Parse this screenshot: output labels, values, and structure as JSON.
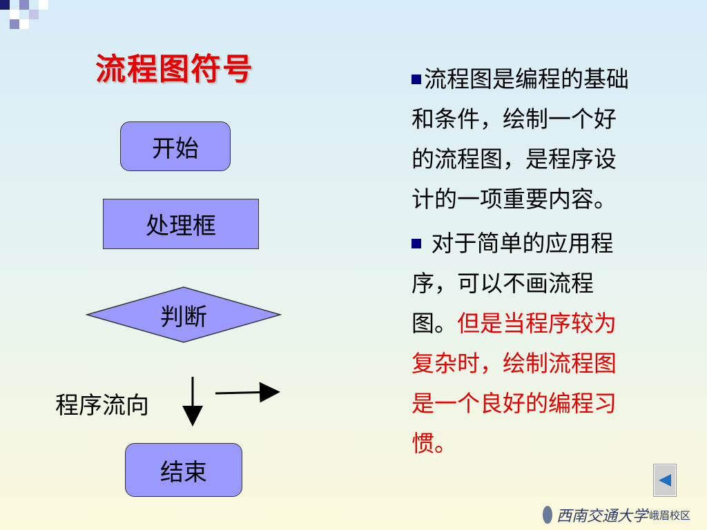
{
  "slide": {
    "title": "流程图符号",
    "shapes": {
      "start": "开始",
      "process": "处理框",
      "decision": "判断",
      "flow_label": "程序流向",
      "end": "结束"
    },
    "paragraphs": [
      {
        "bullet": "■",
        "text": "流程图是编程的基础和条件，绘制一个好的流程图，是程序设计的一项重要内容。"
      },
      {
        "bullet": "■",
        "text_black": " 对于简单的应用程序，可以不画流程图。",
        "text_red": "但是当程序较为复杂时，绘制流程图是一个良好的编程习惯。"
      }
    ],
    "back_button_label": "◀",
    "footer": {
      "university": "西南交通大学",
      "campus": "峨眉校区"
    }
  },
  "colors": {
    "title": "#e60000",
    "shape_fill": "#9999ff",
    "highlight_text": "#e60000",
    "bullet": "#000080"
  }
}
